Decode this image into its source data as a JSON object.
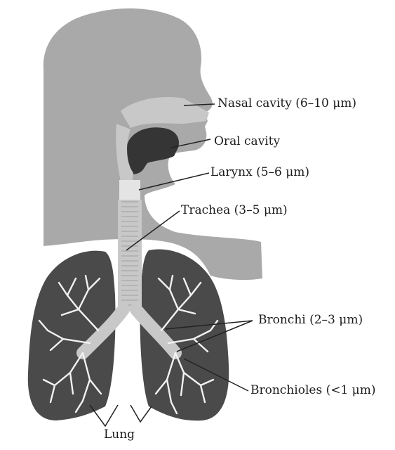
{
  "diagram": {
    "labels": {
      "nasal_cavity": "Nasal cavity (6–10 μm)",
      "oral_cavity": "Oral cavity",
      "larynx": "Larynx (5–6 μm)",
      "trachea": "Trachea (3–5 μm)",
      "bronchi": "Bronchi (2–3 μm)",
      "bronchioles": "Bronchioles (<1 μm)",
      "lung": "Lung"
    },
    "colors": {
      "head_torso": "#a9a9a9",
      "airway": "#c8c8c8",
      "lung": "#4a4a4a",
      "oral_dark": "#353535",
      "branch": "#f2f2f2",
      "leader": "#222222"
    }
  }
}
